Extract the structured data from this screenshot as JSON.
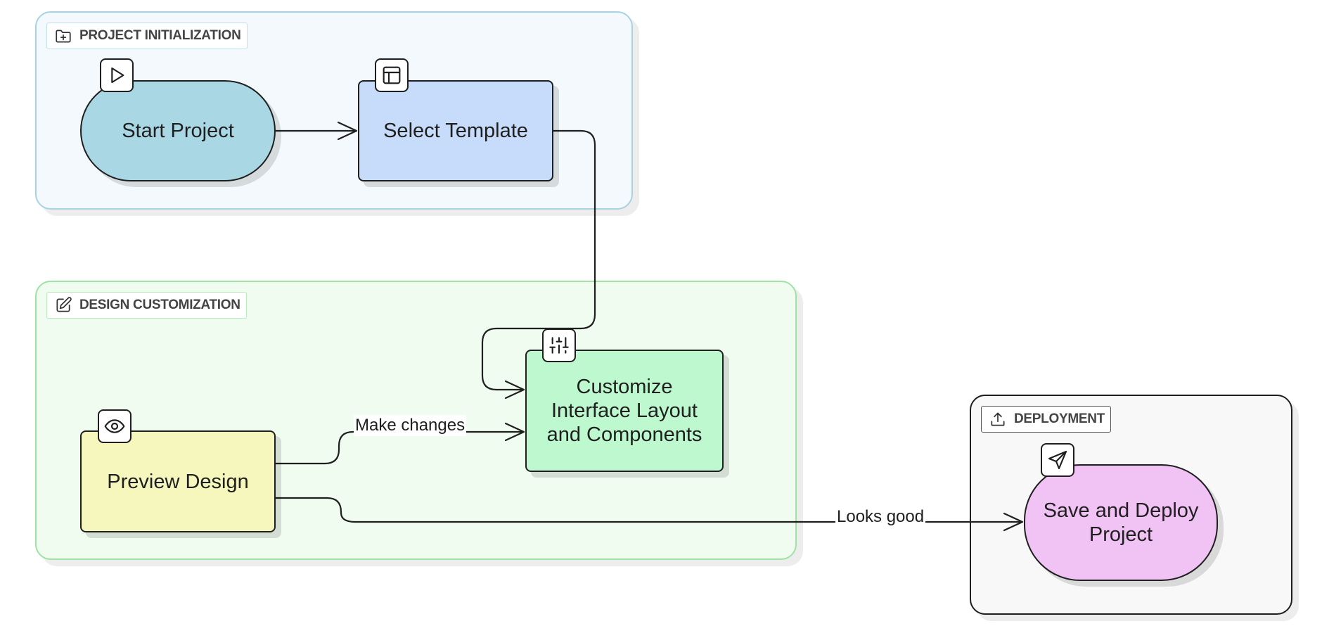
{
  "groups": {
    "init": {
      "label": "PROJECT INITIALIZATION",
      "icon": "folder-plus-icon"
    },
    "design": {
      "label": "DESIGN CUSTOMIZATION",
      "icon": "edit-icon"
    },
    "deploy": {
      "label": "DEPLOYMENT",
      "icon": "upload-icon"
    }
  },
  "nodes": {
    "start": {
      "label": "Start Project",
      "icon": "play-icon"
    },
    "template": {
      "label": "Select Template",
      "icon": "layout-icon"
    },
    "customize": {
      "label": "Customize Interface Layout and Components",
      "icon": "sliders-icon"
    },
    "preview": {
      "label": "Preview Design",
      "icon": "eye-icon"
    },
    "deploy": {
      "label": "Save and Deploy Project",
      "icon": "send-icon"
    }
  },
  "edges": [
    {
      "from": "Start Project",
      "to": "Select Template",
      "label": ""
    },
    {
      "from": "Select Template",
      "to": "Customize Interface Layout and Components",
      "label": ""
    },
    {
      "from": "Preview Design",
      "to": "Customize Interface Layout and Components",
      "label": "Make changes"
    },
    {
      "from": "Preview Design",
      "to": "Save and Deploy Project",
      "label": "Looks good"
    }
  ],
  "edge_labels": {
    "make_changes": "Make changes",
    "looks_good": "Looks good"
  },
  "colors": {
    "init_bg": "#f3f9fc",
    "init_border": "#a9d2e2",
    "design_bg": "#f1fcf1",
    "design_border": "#9fe2a3",
    "deploy_bg": "#f8f8f8",
    "start": "#a9d7e3",
    "template": "#c7dcfa",
    "customize": "#bdf8cf",
    "preview": "#f5f7bd",
    "deploy": "#f1c2f4"
  }
}
